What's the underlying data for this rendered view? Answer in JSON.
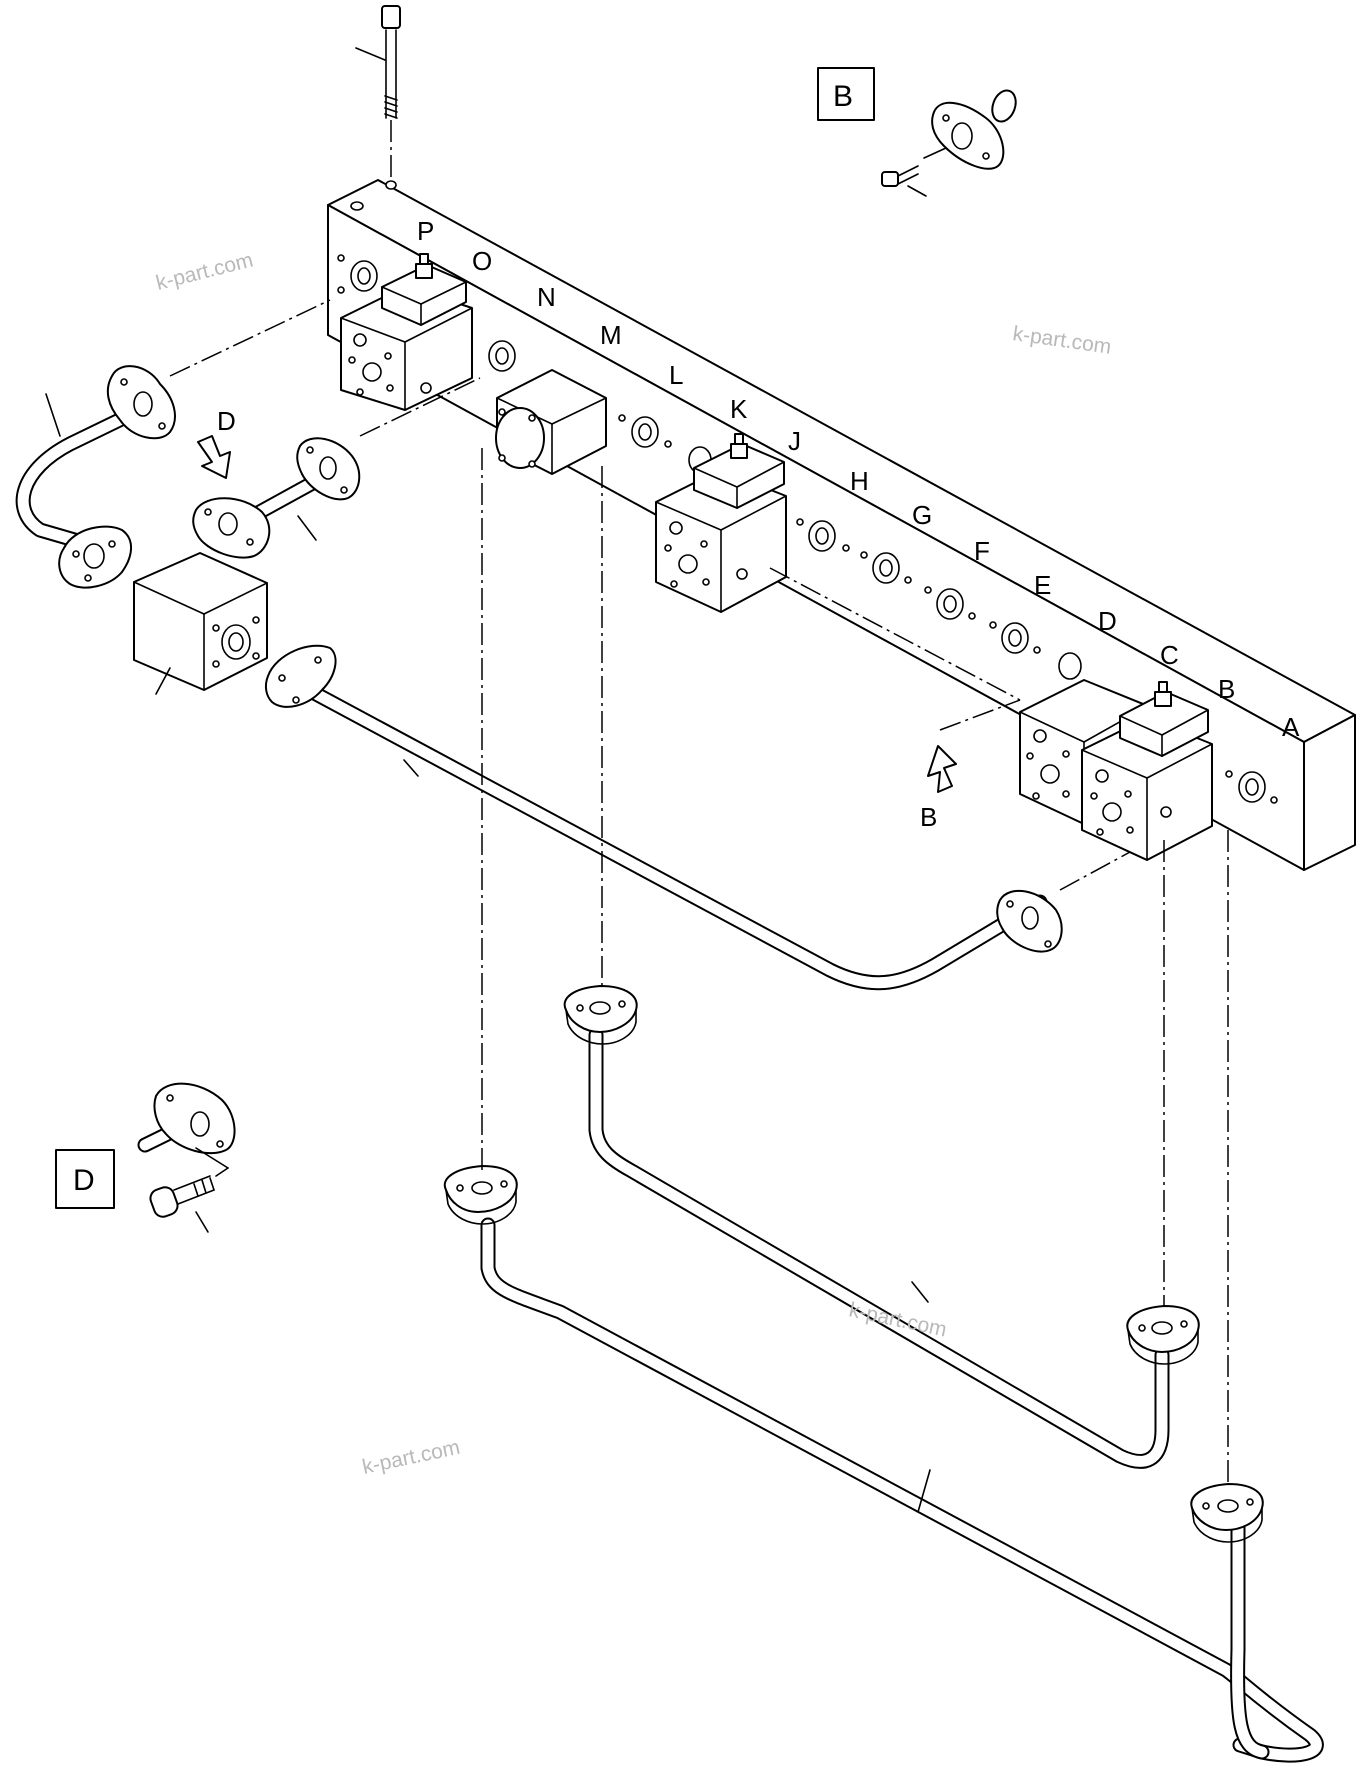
{
  "diagram": {
    "section_letters": [
      "P",
      "O",
      "N",
      "M",
      "L",
      "K",
      "J",
      "H",
      "G",
      "F",
      "E",
      "D",
      "C",
      "B",
      "A"
    ],
    "detail_boxes": [
      {
        "id": "B",
        "label": "B"
      },
      {
        "id": "D",
        "label": "D"
      }
    ],
    "view_arrows": [
      {
        "id": "D",
        "label": "D"
      },
      {
        "id": "B",
        "label": "B"
      }
    ],
    "watermarks": [
      "k-part.com",
      "k-part.com",
      "k-part.com",
      "k-part.com"
    ]
  }
}
